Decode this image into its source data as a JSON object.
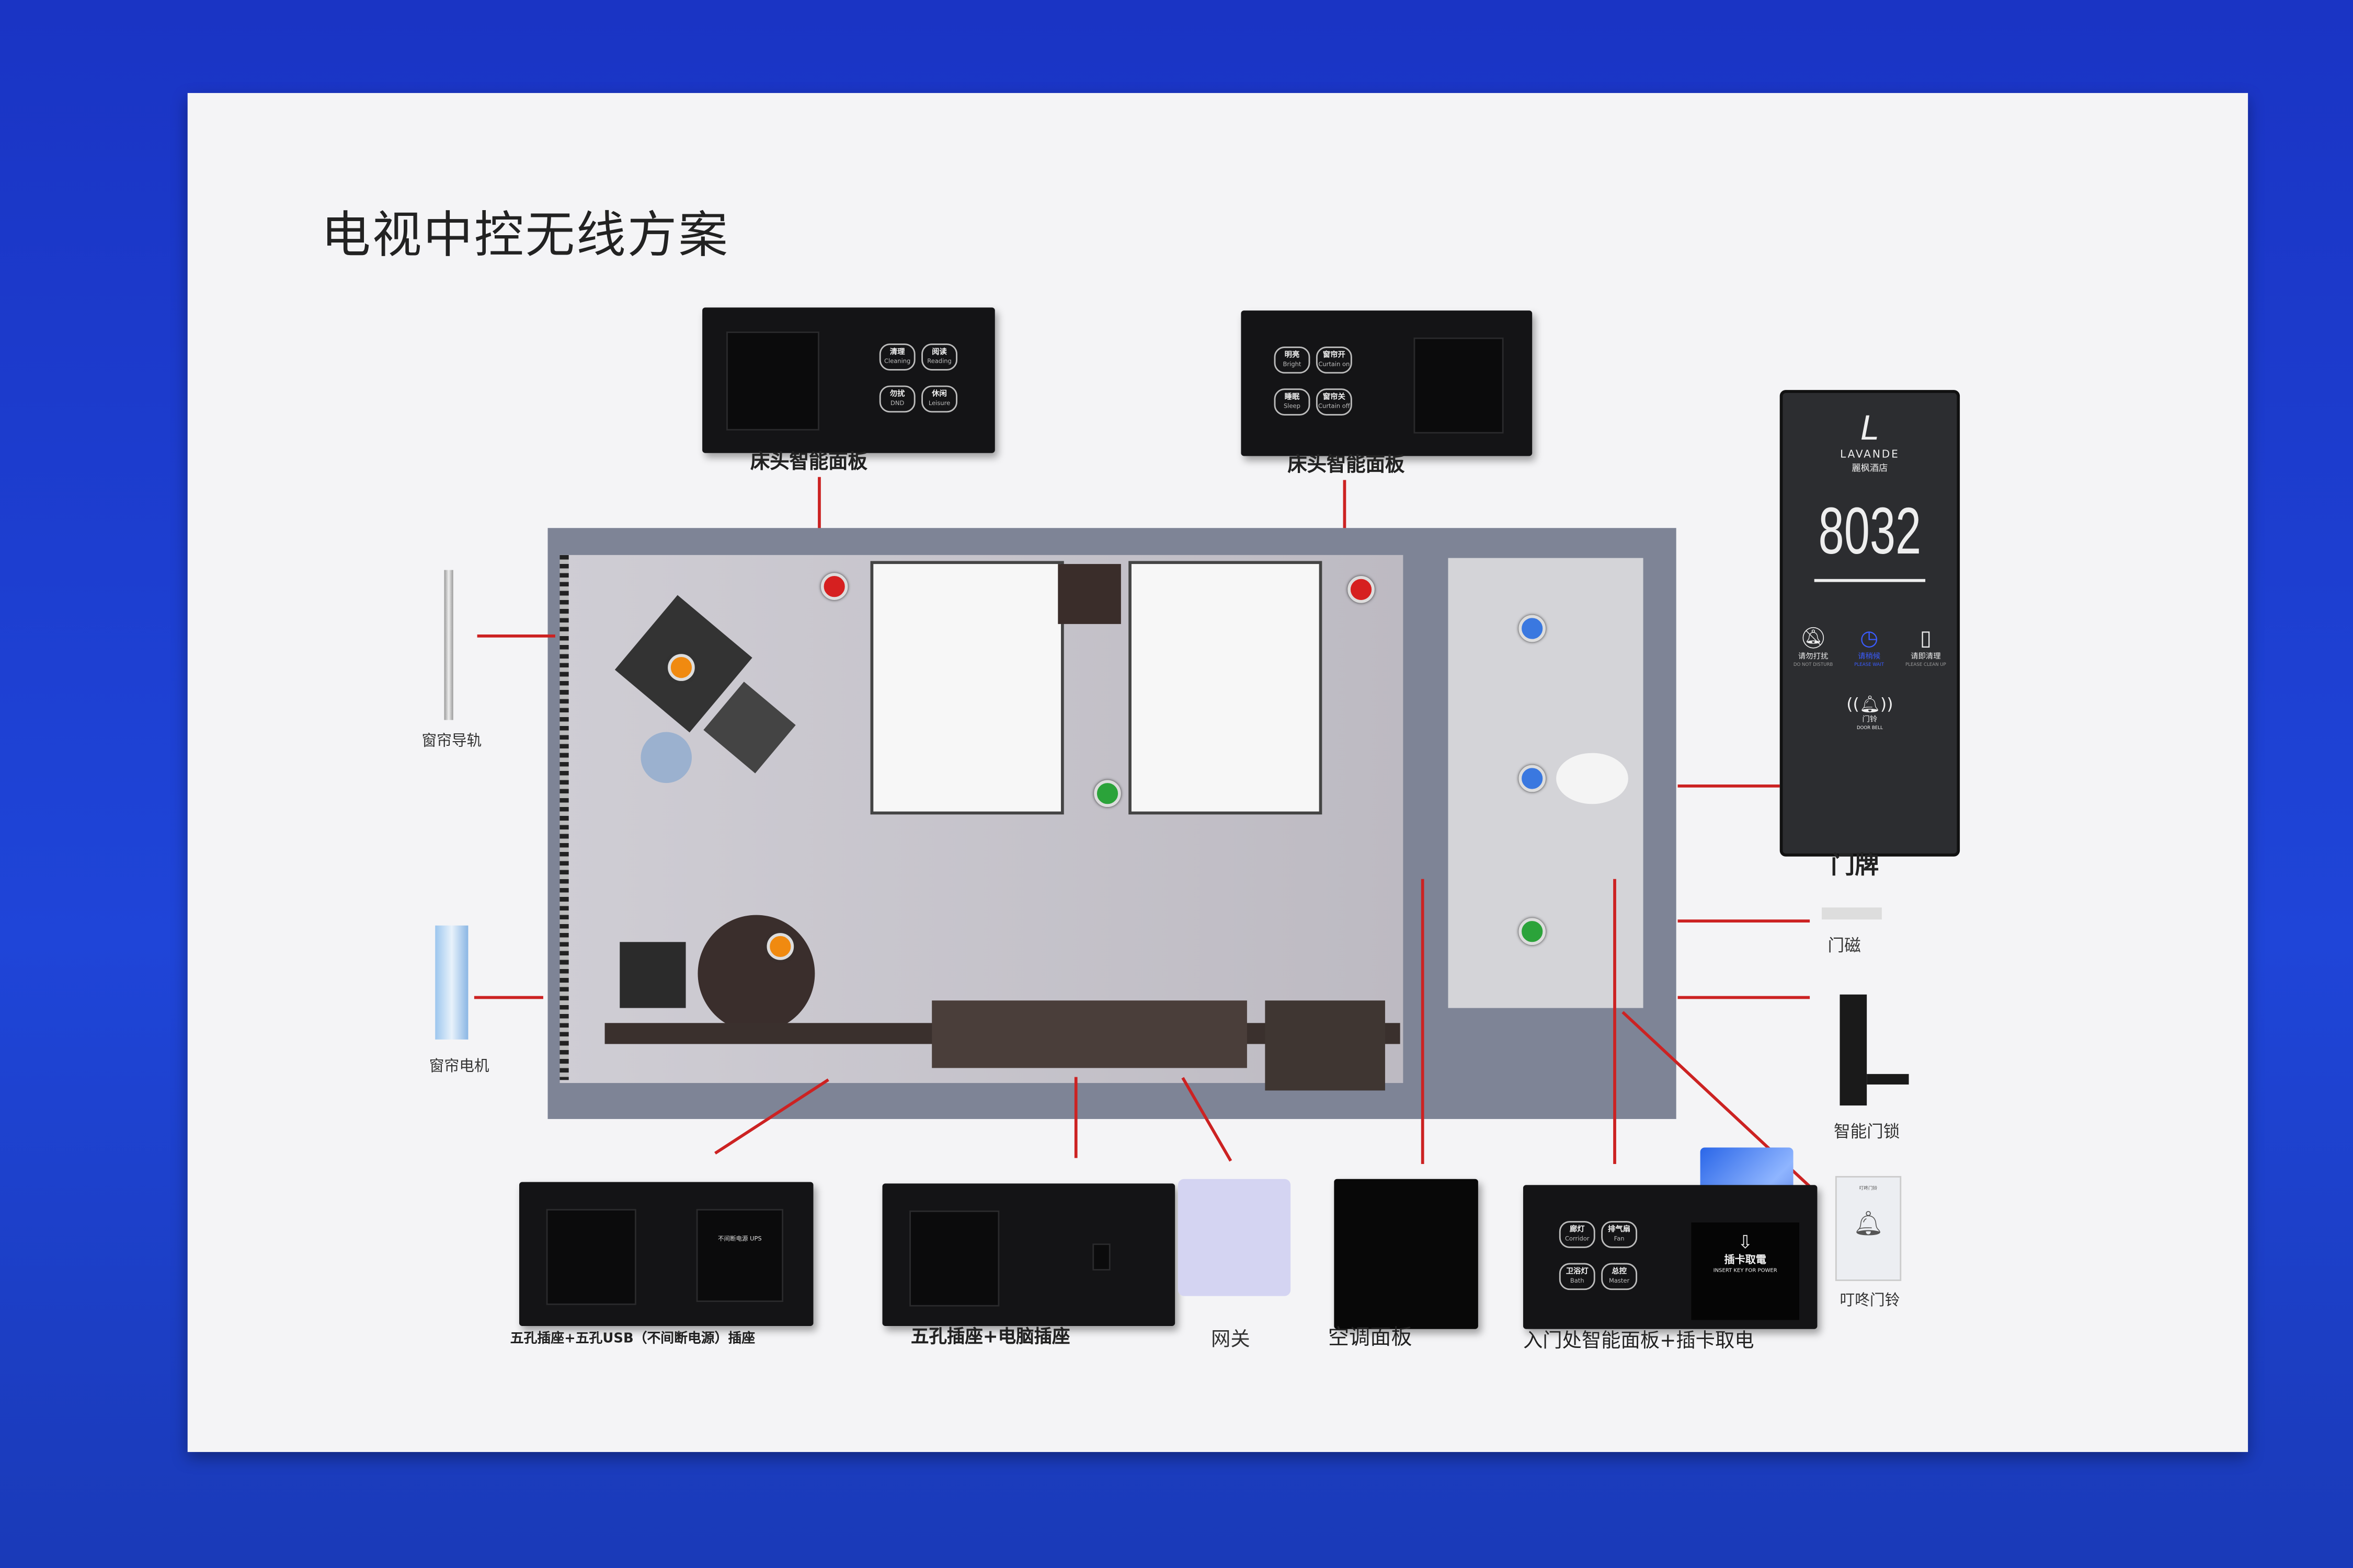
{
  "title": "电视中控无线方案",
  "bedside_left": {
    "label": "床头智能面板",
    "buttons": [
      {
        "cn": "清理",
        "en": "Cleaning"
      },
      {
        "cn": "阅读",
        "en": "Reading"
      },
      {
        "cn": "勿扰",
        "en": "DND"
      },
      {
        "cn": "休闲",
        "en": "Leisure"
      }
    ]
  },
  "bedside_right": {
    "label": "床头智能面板",
    "buttons": [
      {
        "cn": "明亮",
        "en": "Bright"
      },
      {
        "cn": "窗帘开",
        "en": "Curtain on"
      },
      {
        "cn": "睡眠",
        "en": "Sleep"
      },
      {
        "cn": "窗帘关",
        "en": "Curtain off"
      }
    ]
  },
  "doorplate": {
    "brand": "LAVANDE",
    "brand_cn": "麗枫酒店",
    "room": "8032",
    "label": "门牌",
    "options": [
      {
        "cn": "请勿打扰",
        "en": "DO NOT DISTURB"
      },
      {
        "cn": "请稍候",
        "en": "PLEASE WAIT"
      },
      {
        "cn": "请即清理",
        "en": "PLEASE CLEAN UP"
      }
    ],
    "bell": {
      "cn": "门铃",
      "en": "DOOR BELL"
    },
    "active_color": "#3a5cff"
  },
  "left_items": {
    "curtain_rail": "窗帘导轨",
    "curtain_motor": "窗帘电机"
  },
  "right_items": {
    "door_sensor": "门磁",
    "smart_lock": "智能门锁",
    "doorbell": "叮咚门铃",
    "doorbell_card": "叮咚门铃"
  },
  "bottom": {
    "socket_usb": {
      "label": "五孔插座+五孔USB（不间断电源）插座",
      "ups_text": "不间断电源 UPS"
    },
    "socket_pc": {
      "label": "五孔插座+电脑插座"
    },
    "gateway": {
      "label": "网关"
    },
    "ac_panel": {
      "label": "空调面板"
    },
    "entry_panel": {
      "label": "入门处智能面板+插卡取电",
      "buttons": [
        {
          "cn": "廊灯",
          "en": "Corridor"
        },
        {
          "cn": "排气扇",
          "en": "Fan"
        },
        {
          "cn": "卫浴灯",
          "en": "Bath"
        },
        {
          "cn": "总控",
          "en": "Master"
        }
      ],
      "card_cn": "插卡取電",
      "card_en": "INSERT KEY FOR POWER"
    }
  }
}
